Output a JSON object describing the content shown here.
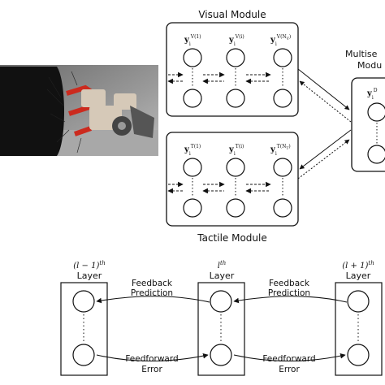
{
  "visual_module": {
    "title": "Visual Module",
    "label_first": "y",
    "sup_first": "V(1)",
    "label_mid": "y",
    "sup_mid": "V(i)",
    "label_last": "y",
    "sup_last": "V(N",
    "sub_i": "i",
    "sub_v": "V",
    "sub_close": ")"
  },
  "tactile_module": {
    "title": "Tactile Module",
    "label_first": "y",
    "sup_first": "T(1)",
    "label_mid": "y",
    "sup_mid": "T(i)",
    "label_last": "y",
    "sup_last": "T(N",
    "sub_i": "i",
    "sub_t": "T",
    "sub_close": ")"
  },
  "multisensory_module": {
    "title_line1": "Multise",
    "title_line2": "Modu",
    "label": "y",
    "sup": "D",
    "sub_i": "i"
  },
  "layers": {
    "left": {
      "exponent": "(l − 1)",
      "th": "th",
      "word": "Layer"
    },
    "middle": {
      "exponent": "l",
      "th": "th",
      "word": "Layer"
    },
    "right": {
      "exponent": "(l + 1)",
      "th": "th",
      "word": "Layer"
    }
  },
  "arrows": {
    "feedback_1": "Feedback",
    "prediction_1": "Prediction",
    "feedback_2": "Feedback",
    "prediction_2": "Prediction",
    "feedforward_1": "Feedforward",
    "error_1": "Error",
    "feedforward_2": "Feedforward",
    "error_2": "Error"
  }
}
